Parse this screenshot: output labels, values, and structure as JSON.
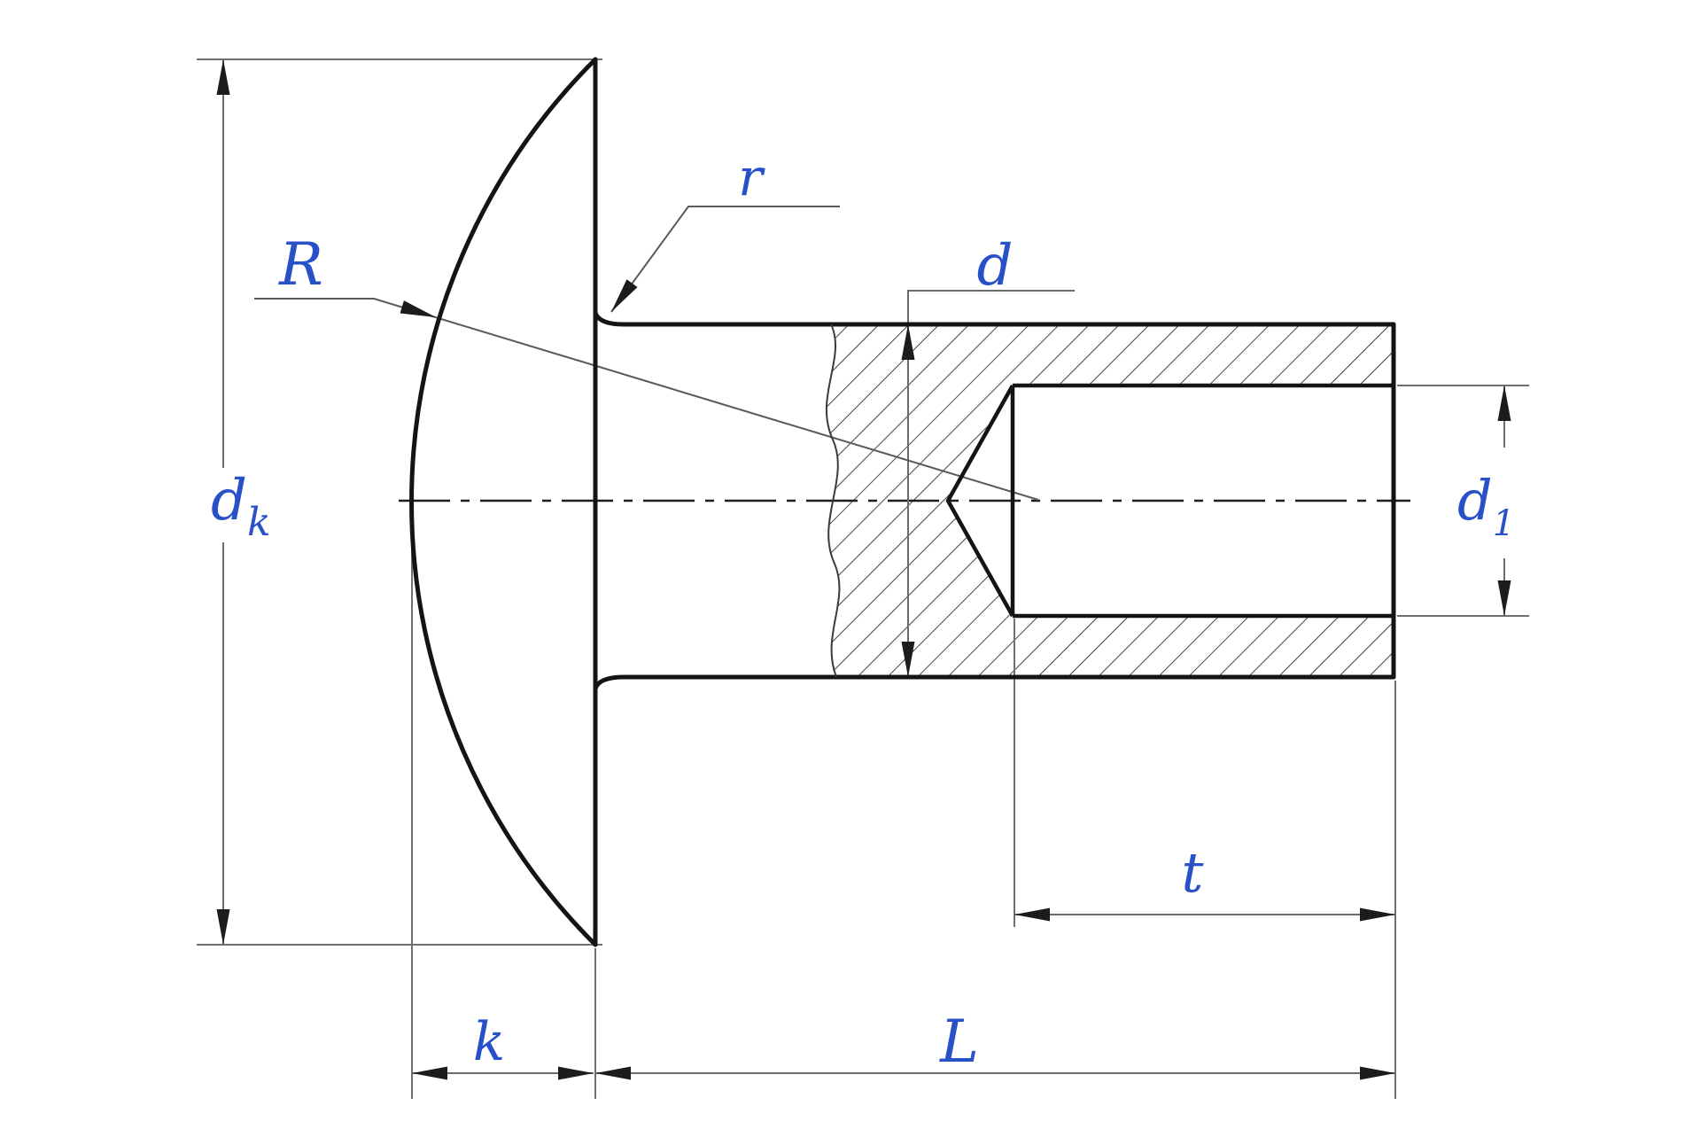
{
  "title": "Semi-tubular rivet - dimensional section drawing",
  "drawing": {
    "view": "Longitudinal section of a round (truss) head semi-tubular rivet with blind hole",
    "labels": {
      "head_diameter_main": "d",
      "head_diameter_sub": "k",
      "head_radius": "R",
      "under_head_fillet_radius": "r",
      "shank_diameter": "d",
      "hole_diameter_main": "d",
      "hole_diameter_sub": "1",
      "hole_depth": "t",
      "rivet_length": "L",
      "head_height": "k"
    },
    "colors": {
      "label_text": "#2850c8",
      "object_lines": "#141414",
      "dimension_lines": "#6b6b6b",
      "centerline": "#1c1c1c",
      "background": "#ffffff"
    }
  }
}
